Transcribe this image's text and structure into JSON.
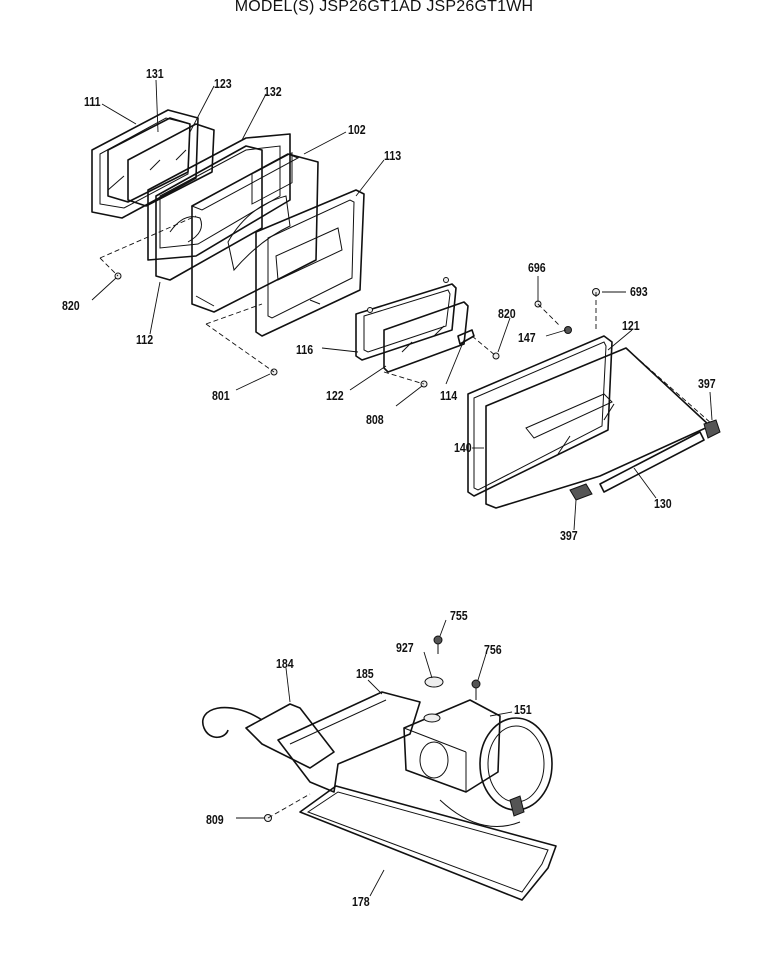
{
  "title": "MODEL(S) JSP26GT1AD  JSP26GT1WH",
  "callouts": {
    "c111": "111",
    "c131": "131",
    "c123": "123",
    "c132": "132",
    "c102": "102",
    "c113": "113",
    "c820a": "820",
    "c112": "112",
    "c116": "116",
    "c801": "801",
    "c122": "122",
    "c808": "808",
    "c114": "114",
    "c820b": "820",
    "c696": "696",
    "c693": "693",
    "c147": "147",
    "c121": "121",
    "c397a": "397",
    "c140": "140",
    "c130": "130",
    "c397b": "397",
    "c755": "755",
    "c927": "927",
    "c756": "756",
    "c184": "184",
    "c185": "185",
    "c151": "151",
    "c809": "809",
    "c178": "178"
  }
}
